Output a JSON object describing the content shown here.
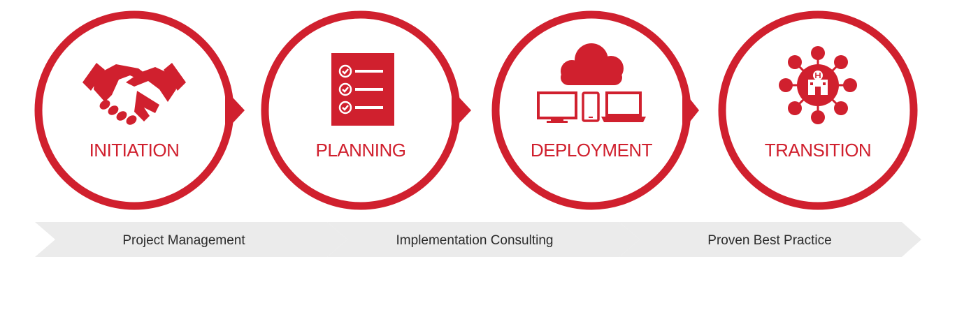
{
  "colors": {
    "accent": "#d0202e",
    "band": "#ebebeb",
    "band_text": "#2a2a2a",
    "background": "#ffffff"
  },
  "stages": [
    {
      "label": "INITIATION",
      "icon": "handshake-icon"
    },
    {
      "label": "PLANNING",
      "icon": "checklist-icon"
    },
    {
      "label": "DEPLOYMENT",
      "icon": "cloud-devices-icon"
    },
    {
      "label": "TRANSITION",
      "icon": "hospital-network-icon"
    }
  ],
  "bands": [
    {
      "label": "Project Management"
    },
    {
      "label": "Implementation Consulting"
    },
    {
      "label": "Proven Best Practice"
    }
  ]
}
